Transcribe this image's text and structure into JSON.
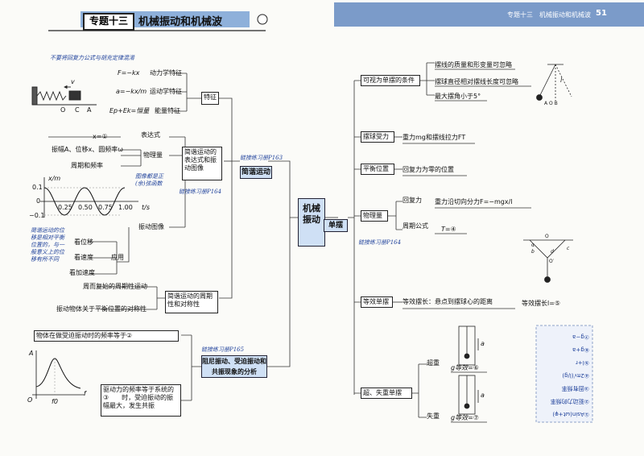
{
  "header": {
    "title_badge": "专题十三",
    "title": "机械振动和机械波",
    "right_title": "专题十三　机械振动和机械波",
    "page_number": "51"
  },
  "left": {
    "top_note": "不要将回复力公式与胡克定律混淆",
    "feature_node": "特征",
    "feature_items": [
      {
        "formula": "F=−kx",
        "label": "动力学特征"
      },
      {
        "formula": "a=−kx/m",
        "label": "运动学特征"
      },
      {
        "formula": "Ep+Ek=恒量",
        "label": "能量特征"
      }
    ],
    "spring_labels": {
      "v": "v",
      "o": "O",
      "c": "C",
      "a": "A"
    },
    "concept_node": "简谐运动的表达式和振动图像",
    "expr_label": "表达式",
    "expr_formula": "x=①",
    "phys_label": "物理量",
    "phys_items": [
      "振幅A、位移x、圆频率ω",
      "周期和频率"
    ],
    "graph_axis_y": "x/m",
    "graph_axis_x": "t/s",
    "graph_y_ticks": [
      "0.1",
      "0",
      "−0.1"
    ],
    "graph_x_ticks": [
      "0.25",
      "0.50",
      "0.75",
      "1.00"
    ],
    "graph_note": "图像都是正(余)弦函数",
    "graph_label": "振动图像",
    "apply_label": "应用",
    "apply_items": [
      "看位移",
      "看速度",
      "看加速度"
    ],
    "side_note": "简谐运动的位移是相对平衡位置的，与一般意义上的位移有所不同",
    "main_node": "简谐运动",
    "practice_top": "链接练习册P163",
    "practice_mid": "链接练习册P164",
    "period_node": "简谐运动的周期性和对称性",
    "period_items": [
      "周而复始的周期性运动",
      "振动物体关于平衡位置的对称性"
    ],
    "resonance_node": "阻尼振动、受迫振动和共振现象的分析",
    "practice_bot": "链接练习册P165",
    "forced_text": "物体在做受迫振动时的频率等于②",
    "res_axis_y": "A",
    "res_axis_x": "f",
    "res_origin": "O",
    "res_f0": "f0",
    "res_text": "驱动力的频率等于系统的③　　时，受迫振动的振幅最大，发生共振"
  },
  "center": {
    "root": "机械振动",
    "single_pendulum": "单摆",
    "practice": "链接练习册P164"
  },
  "right": {
    "cond_node": "可视为单摆的条件",
    "cond_items": [
      "摆线的质量和形变量可忽略",
      "摆球直径相对摆线长度可忽略",
      "最大摆角小于5°"
    ],
    "pend_labels": {
      "l": "l",
      "bottom": "A  O  B"
    },
    "force_node": "摆球受力",
    "force_text": "重力mg和摆线拉力FT",
    "eq_node": "平衡位置",
    "eq_text": "回复力为零的位置",
    "phys_node": "物理量",
    "restore_label": "回复力",
    "restore_text": "重力沿切向分力F=−mgx/l",
    "period_label": "周期公式",
    "period_formula": "T=④",
    "equiv_node": "等效单摆",
    "equiv_text": "等效摆长：悬点到摆球心的距离",
    "equiv_result": "等效摆长l=⑤",
    "equiv_labels": {
      "o": "O",
      "a": "α",
      "b": "b",
      "d": "d",
      "op": "O′",
      "c": "c"
    },
    "weight_node": "超、失重单摆",
    "over_label": "超重",
    "over_formula": "g等效=⑥",
    "under_label": "失重",
    "under_formula": "g等效=⑦",
    "arrow_label": "a",
    "answers": [
      "①Asin(ωt+φ)",
      "②驱动力的频率",
      "③固有频率",
      "④2π√(l/g)",
      "⑤l+r",
      "⑥g+a",
      "⑦g−a"
    ]
  }
}
